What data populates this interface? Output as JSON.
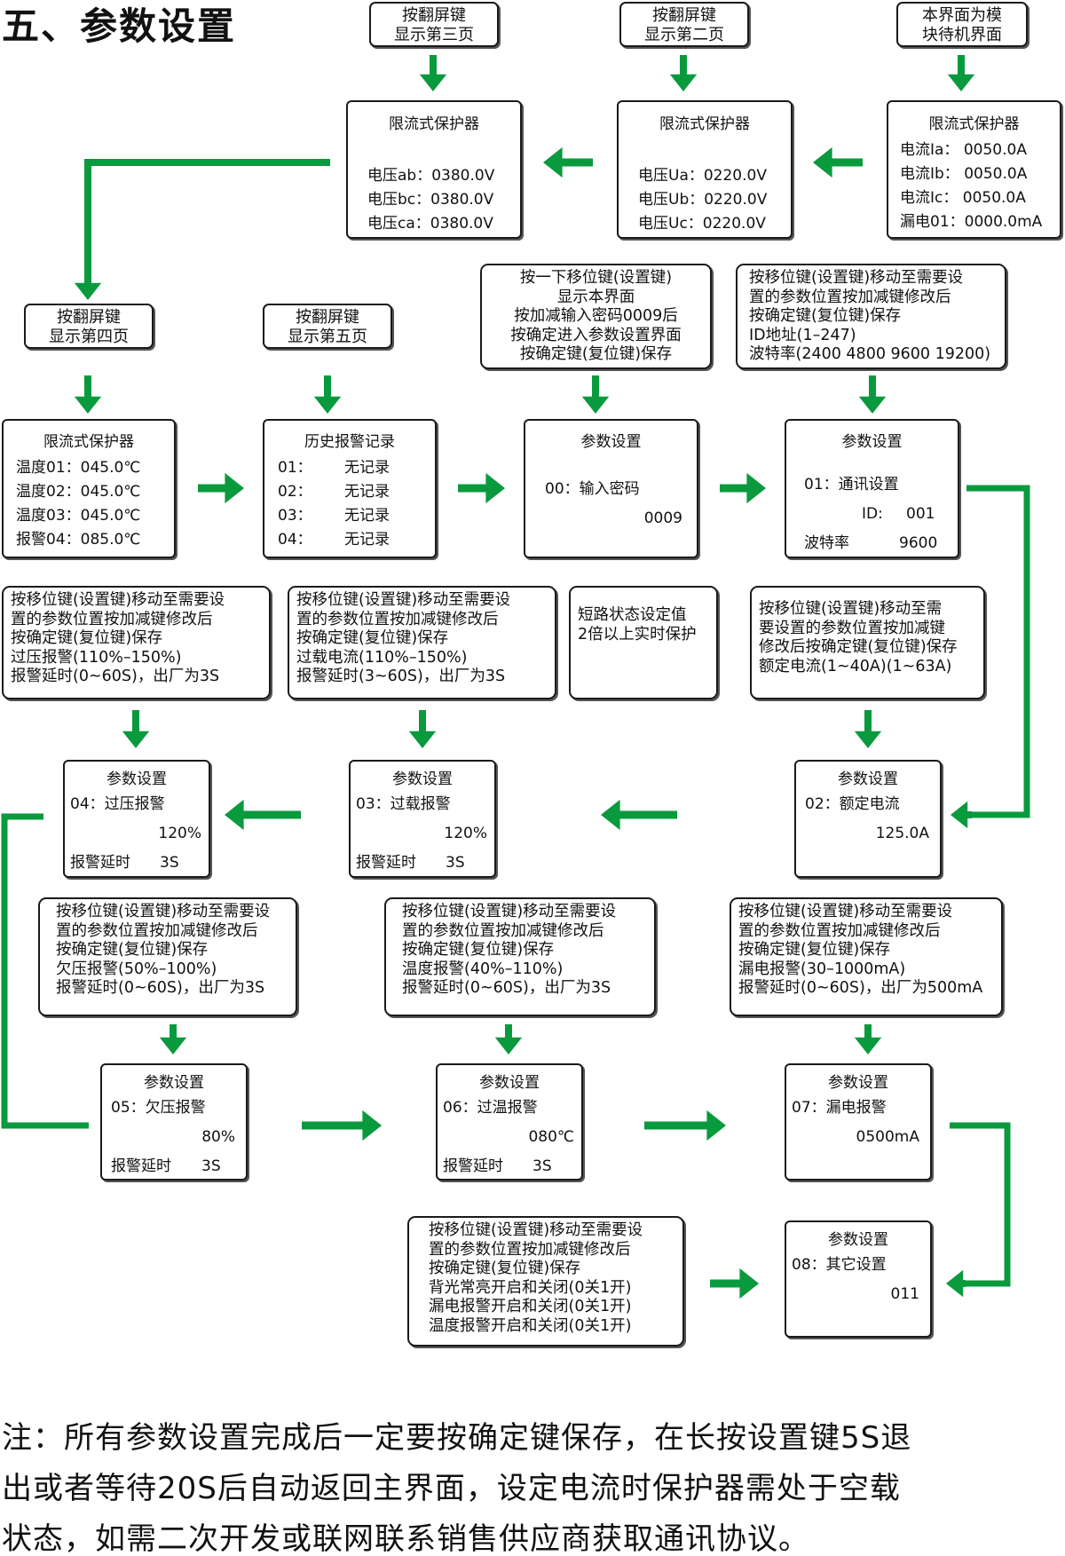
{
  "title": "五、参数设置",
  "nav_notes": {
    "page3": [
      "按翻屏键",
      "显示第三页"
    ],
    "page2": [
      "按翻屏键",
      "显示第二页"
    ],
    "main": [
      "本界面为模",
      "块待机界面"
    ],
    "page4": [
      "按翻屏键",
      "显示第四页"
    ],
    "page5": [
      "按翻屏键",
      "显示第五页"
    ]
  },
  "screens": {
    "voltage_line": {
      "title": "限流式保护器",
      "rows": [
        "电压ab：0380.0V",
        "电压bc：0380.0V",
        "电压ca：0380.0V"
      ]
    },
    "voltage_phase": {
      "title": "限流式保护器",
      "rows": [
        "电压Ua：0220.0V",
        "电压Ub：0220.0V",
        "电压Uc：0220.0V"
      ]
    },
    "current": {
      "title": "限流式保护器",
      "rows": [
        "电流Ia：  0050.0A",
        "电流Ib：  0050.0A",
        "电流Ic：  0050.0A",
        "漏电01：0000.0mA"
      ]
    },
    "temperature": {
      "title": "限流式保护器",
      "rows": [
        "温度01：045.0℃",
        "温度02：045.0℃",
        "温度03：045.0℃",
        "报警04：085.0℃"
      ]
    },
    "history": {
      "title": "历史报警记录",
      "rows": [
        {
          "num": "01：",
          "val": "无记录"
        },
        {
          "num": "02：",
          "val": "无记录"
        },
        {
          "num": "03：",
          "val": "无记录"
        },
        {
          "num": "04：",
          "val": "无记录"
        }
      ]
    },
    "p00": {
      "title": "参数设置",
      "item": "00：输入密码",
      "value": "0009"
    },
    "p01": {
      "title": "参数设置",
      "item": "01：通讯设置",
      "id_label": "ID:",
      "id_value": "001",
      "baud_label": "波特率",
      "baud_value": "9600"
    },
    "p02": {
      "title": "参数设置",
      "item": "02：额定电流",
      "value": "125.0A"
    },
    "p03": {
      "title": "参数设置",
      "item": "03：过载报警",
      "value": "120%",
      "delay_label": "报警延时",
      "delay_value": "3S"
    },
    "p04": {
      "title": "参数设置",
      "item": "04：过压报警",
      "value": "120%",
      "delay_label": "报警延时",
      "delay_value": "3S"
    },
    "p05": {
      "title": "参数设置",
      "item": "05：欠压报警",
      "value": "80%",
      "delay_label": "报警延时",
      "delay_value": "3S"
    },
    "p06": {
      "title": "参数设置",
      "item": "06：过温报警",
      "value": "080℃",
      "delay_label": "报警延时",
      "delay_value": "3S"
    },
    "p07": {
      "title": "参数设置",
      "item": "07：漏电报警",
      "value": "0500mA"
    },
    "p08": {
      "title": "参数设置",
      "item": "08：其它设置",
      "value": "011"
    }
  },
  "instructions": {
    "password": [
      "按一下移位键(设置键)",
      "显示本界面",
      "按加减输入密码0009后",
      "按确定进入参数设置界面",
      "按确定键(复位键)保存"
    ],
    "comm": [
      "按移位键(设置键)移动至需要设",
      "置的参数位置按加减键修改后",
      "按确定键(复位键)保存",
      "ID地址(1–247)",
      "波特率(2400 4800 9600 19200)"
    ],
    "overvoltage": [
      "按移位键(设置键)移动至需要设",
      "置的参数位置按加减键修改后",
      "按确定键(复位键)保存",
      "过压报警(110%–150%)",
      "报警延时(0~60S)，出厂为3S"
    ],
    "overload": [
      "按移位键(设置键)移动至需要设",
      "置的参数位置按加减键修改后",
      "按确定键(复位键)保存",
      "过载电流(110%–150%)",
      "报警延时(3~60S)，出厂为3S"
    ],
    "short": [
      "短路状态设定值",
      "2倍以上实时保护"
    ],
    "rated": [
      "按移位键(设置键)移动至需",
      "要设置的参数位置按加减键",
      "修改后按确定键(复位键)保存",
      "额定电流(1~40A)(1~63A)"
    ],
    "undervoltage": [
      "按移位键(设置键)移动至需要设",
      "置的参数位置按加减键修改后",
      "按确定键(复位键)保存",
      "欠压报警(50%–100%)",
      "报警延时(0~60S)，出厂为3S"
    ],
    "overtemp": [
      "按移位键(设置键)移动至需要设",
      "置的参数位置按加减键修改后",
      "按确定键(复位键)保存",
      "温度报警(40%–110%)",
      "报警延时(0~60S)，出厂为3S"
    ],
    "leakage": [
      "按移位键(设置键)移动至需要设",
      "置的参数位置按加减键修改后",
      "按确定键(复位键)保存",
      "漏电报警(30–1000mA)",
      "报警延时(0~60S)，出厂为500mA"
    ],
    "other": [
      "按移位键(设置键)移动至需要设",
      "置的参数位置按加减键修改后",
      "按确定键(复位键)保存",
      "背光常亮开启和关闭(0关1开)",
      "漏电报警开启和关闭(0关1开)",
      "温度报警开启和关闭(0关1开)"
    ]
  },
  "footnote": [
    "注：所有参数设置完成后一定要按确定键保存，在长按设置键5S退",
    "出或者等待20S后自动返回主界面，设定电流时保护器需处于空载",
    "状态，如需二次开发或联网联系销售供应商获取通讯协议。"
  ],
  "colors": {
    "arrow": "#0a9a3e"
  }
}
